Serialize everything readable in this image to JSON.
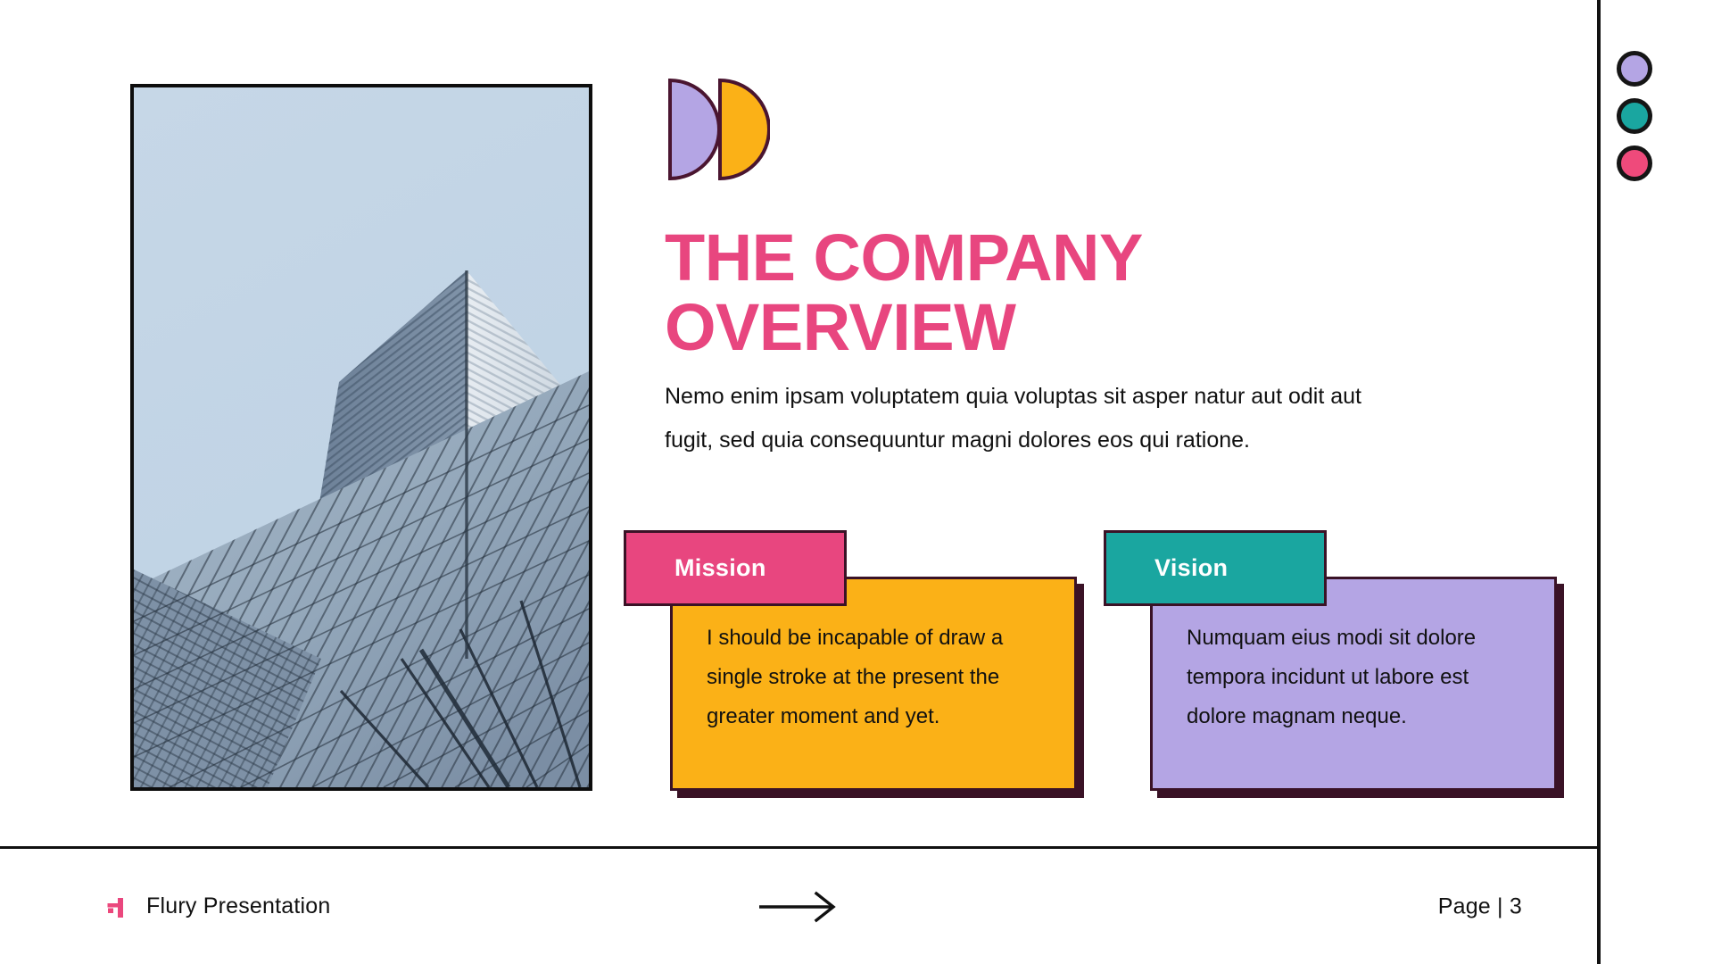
{
  "slide": {
    "title_lines": [
      "THE COMPANY",
      "OVERVIEW"
    ],
    "lead_paragraph": "Nemo enim ipsam voluptatem quia voluptas sit asper natur aut odit aut fugit, sed quia consequuntur magni dolores eos qui ratione."
  },
  "logo": {
    "name": "double-half-circle-logo",
    "left_shape_color": "#b4a5e4",
    "right_shape_color": "#fbb117",
    "outline_color": "#4a1530"
  },
  "photo": {
    "name": "skyscraper-photo",
    "alt": "Low angle view of a glass skyscraper against a pale blue sky",
    "sky_color": "#c2d5e6",
    "glass_color": "#8296ac",
    "border_color": "#0d0d0d"
  },
  "cards": [
    {
      "id": "mission",
      "badge_label": "Mission",
      "badge_color": "#e8467f",
      "body_color": "#fbb117",
      "outline_color": "#3a1226",
      "body_text": "I should be incapable of draw a single stroke at the present the greater moment and yet."
    },
    {
      "id": "vision",
      "badge_label": "Vision",
      "badge_color": "#1aa6a0",
      "body_color": "#b4a5e4",
      "outline_color": "#3a1226",
      "body_text": "Numquam eius modi sit dolore tempora incidunt ut labore est dolore magnam neque."
    }
  ],
  "rail": {
    "dots": [
      {
        "name": "nav-dot-purple",
        "color": "#b4a5e4"
      },
      {
        "name": "nav-dot-teal",
        "color": "#1aa6a0"
      },
      {
        "name": "nav-dot-pink",
        "color": "#ef4a7b"
      }
    ],
    "line_color": "#111111"
  },
  "footer": {
    "brand_text": "Flury Presentation",
    "brand_mark_color": "#e8467f",
    "page_label": "Page | 3",
    "arrow_name": "right-arrow-icon",
    "divider_color": "#111111"
  },
  "theme": {
    "accent_pink": "#e8467f",
    "accent_orange": "#fbb117",
    "accent_purple": "#b4a5e4",
    "accent_teal": "#1aa6a0",
    "ink": "#111111",
    "outline": "#3a1226",
    "background": "#ffffff"
  }
}
